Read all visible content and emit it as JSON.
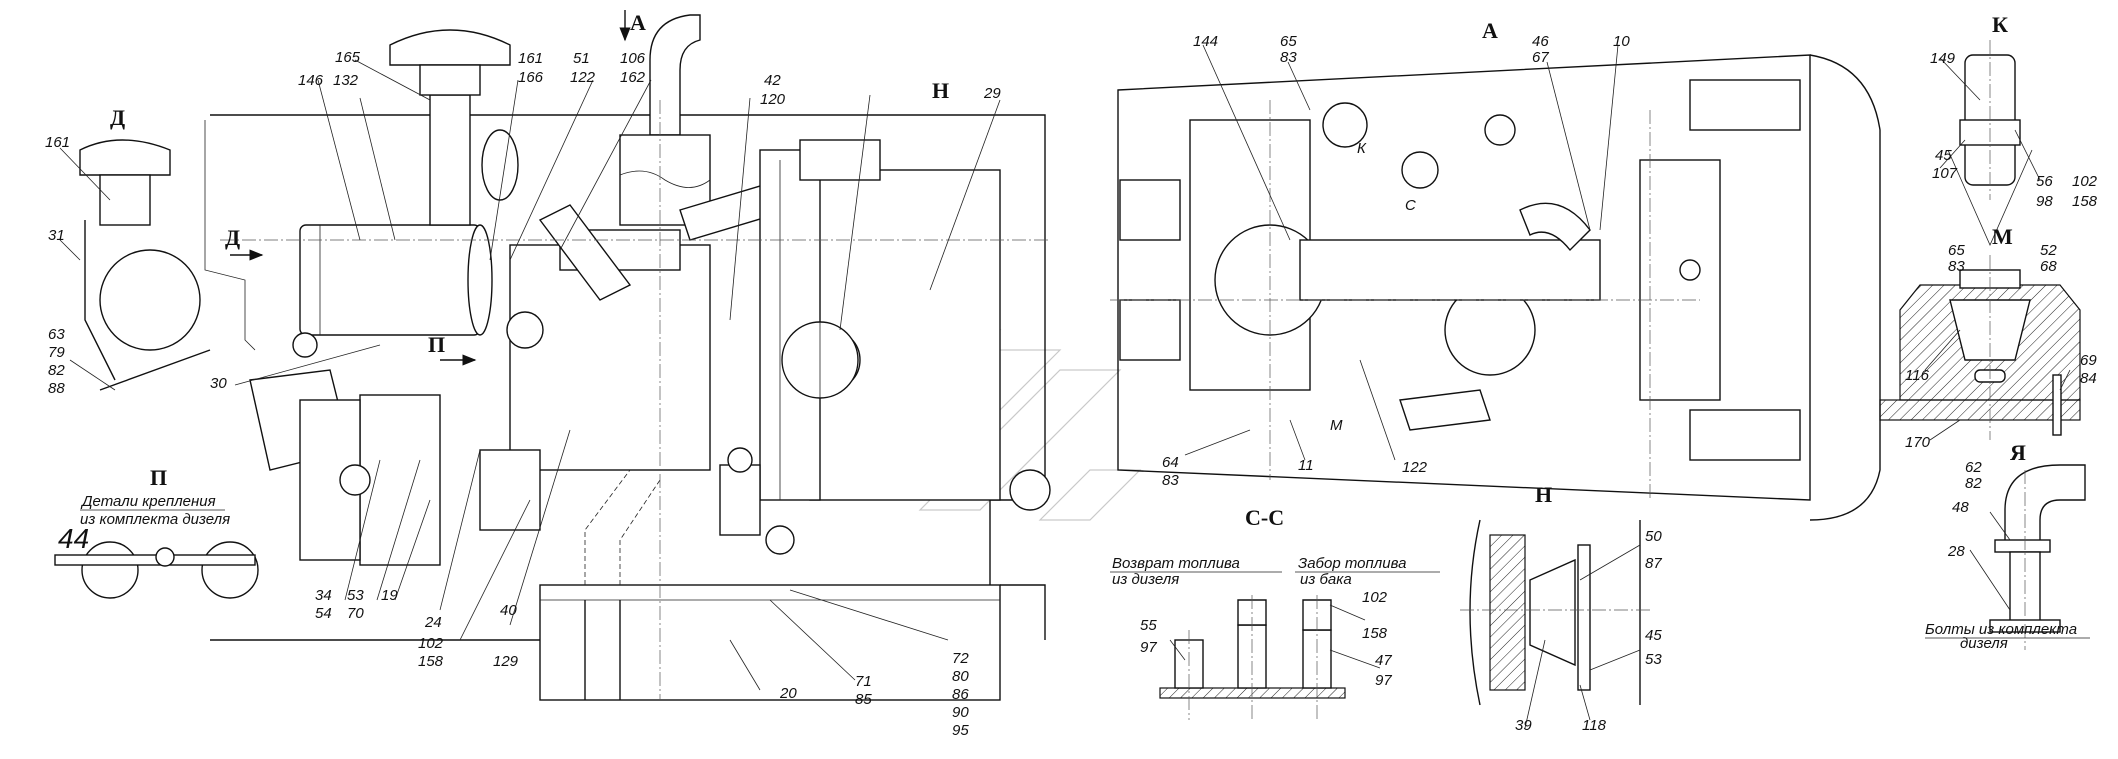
{
  "views": {
    "A_top": "А",
    "A_right": "А",
    "K": "К",
    "M": "М",
    "D": "Д",
    "D_arrow": "Д",
    "P_arrow": "П",
    "P": "П",
    "CC": "С-С",
    "N": "Н",
    "H_marker": "Н",
    "Ya": "Я",
    "K_small": "К",
    "C_small": "С",
    "M_small": "М"
  },
  "notes": {
    "p_line1": "Детали крепления",
    "p_line2": "из комплекта дизеля",
    "fuel_return_1": "Возврат топлива",
    "fuel_return_2": "из дизеля",
    "fuel_supply_1": "Забор топлива",
    "fuel_supply_2": "из бака",
    "bolts_1": "Болты из комплекта",
    "bolts_2": "дизеля"
  },
  "callouts": {
    "c161": "161",
    "c31": "31",
    "c63": "63",
    "c79": "79",
    "c82": "82",
    "c88": "88",
    "c165": "165",
    "c146": "146",
    "c132": "132",
    "c161b": "161",
    "c166": "166",
    "c51": "51",
    "c122": "122",
    "c106": "106",
    "c162": "162",
    "c42": "42",
    "c120": "120",
    "c29": "29",
    "c30": "30",
    "c44": "44",
    "c34": "34",
    "c54": "54",
    "c53": "53",
    "c70": "70",
    "c19": "19",
    "c24": "24",
    "c102": "102",
    "c158": "158",
    "c40": "40",
    "c129": "129",
    "c20": "20",
    "c71": "71",
    "c85": "85",
    "c72": "72",
    "c80": "80",
    "c86": "86",
    "c90": "90",
    "c95": "95",
    "c144": "144",
    "c65": "65",
    "c83": "83",
    "c46": "46",
    "c67": "67",
    "c10": "10",
    "c64": "64",
    "c83b": "83",
    "c11": "11",
    "c122b": "122",
    "c149": "149",
    "c45": "45",
    "c107": "107",
    "c56": "56",
    "c98": "98",
    "c102b": "102",
    "c158b": "158",
    "c65m": "65",
    "c83m": "83",
    "c52": "52",
    "c68": "68",
    "c116": "116",
    "c69": "69",
    "c84": "84",
    "c170": "170",
    "c55": "55",
    "c97": "97",
    "c102c": "102",
    "c158c": "158",
    "c47": "47",
    "c97b": "97",
    "c50": "50",
    "c87": "87",
    "c45b": "45",
    "c53b": "53",
    "c39": "39",
    "c118": "118",
    "c62": "62",
    "c82b": "82",
    "c48": "48",
    "c28": "28"
  }
}
